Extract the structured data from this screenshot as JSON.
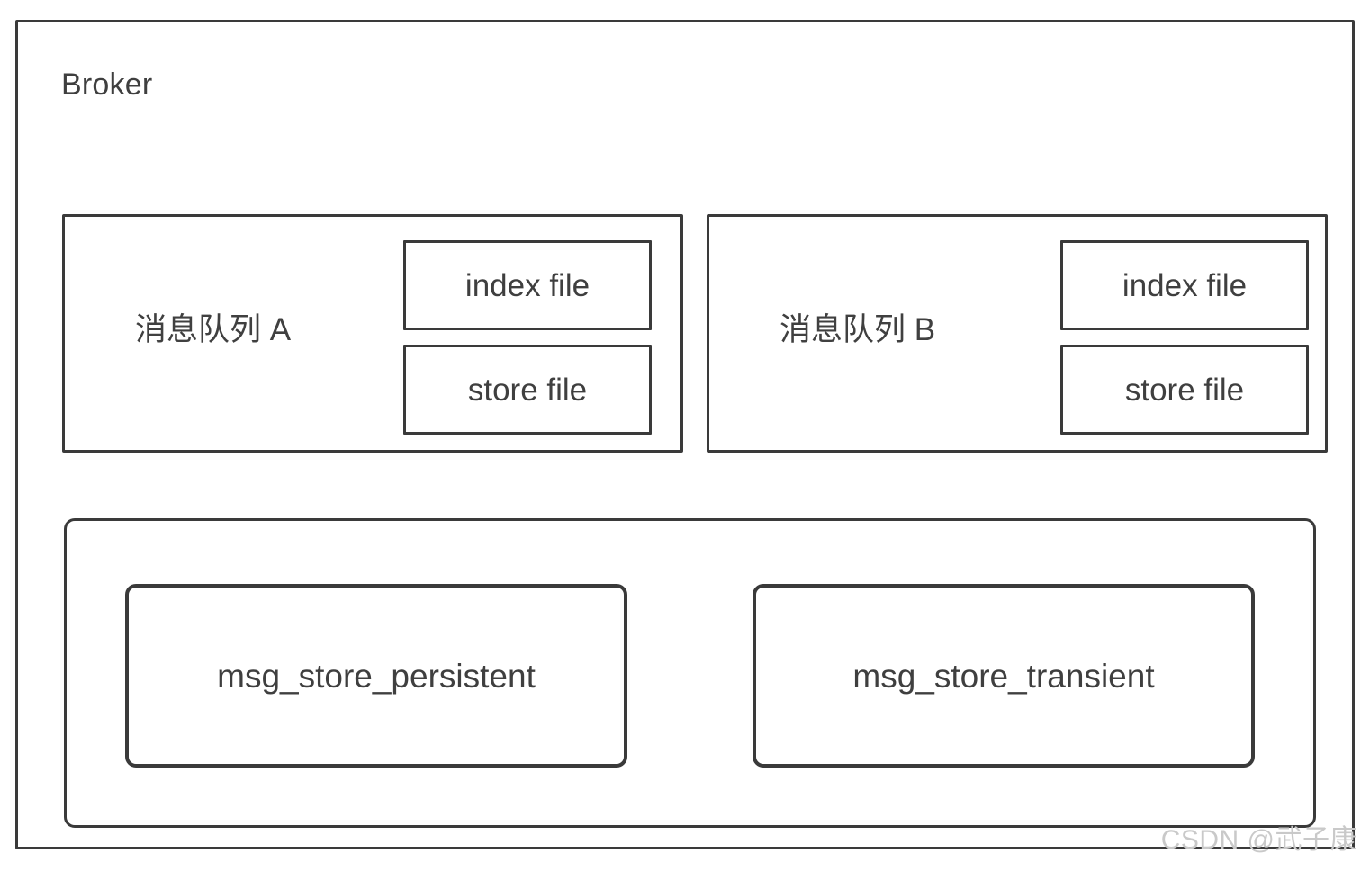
{
  "diagram": {
    "title": "Broker",
    "queues": [
      {
        "name": "消息队列 A",
        "files": [
          {
            "label": "index file"
          },
          {
            "label": "store file"
          }
        ]
      },
      {
        "name": "消息队列  B",
        "files": [
          {
            "label": "index file"
          },
          {
            "label": "store file"
          }
        ]
      }
    ],
    "stores": [
      {
        "label": "msg_store_persistent"
      },
      {
        "label": "msg_store_transient"
      }
    ]
  },
  "watermark": {
    "text": "CSDN @武子康"
  },
  "colors": {
    "stroke": "#3a3a3a",
    "text": "#3f3f3f",
    "background": "#ffffff",
    "watermark": "#c9c9c9"
  }
}
